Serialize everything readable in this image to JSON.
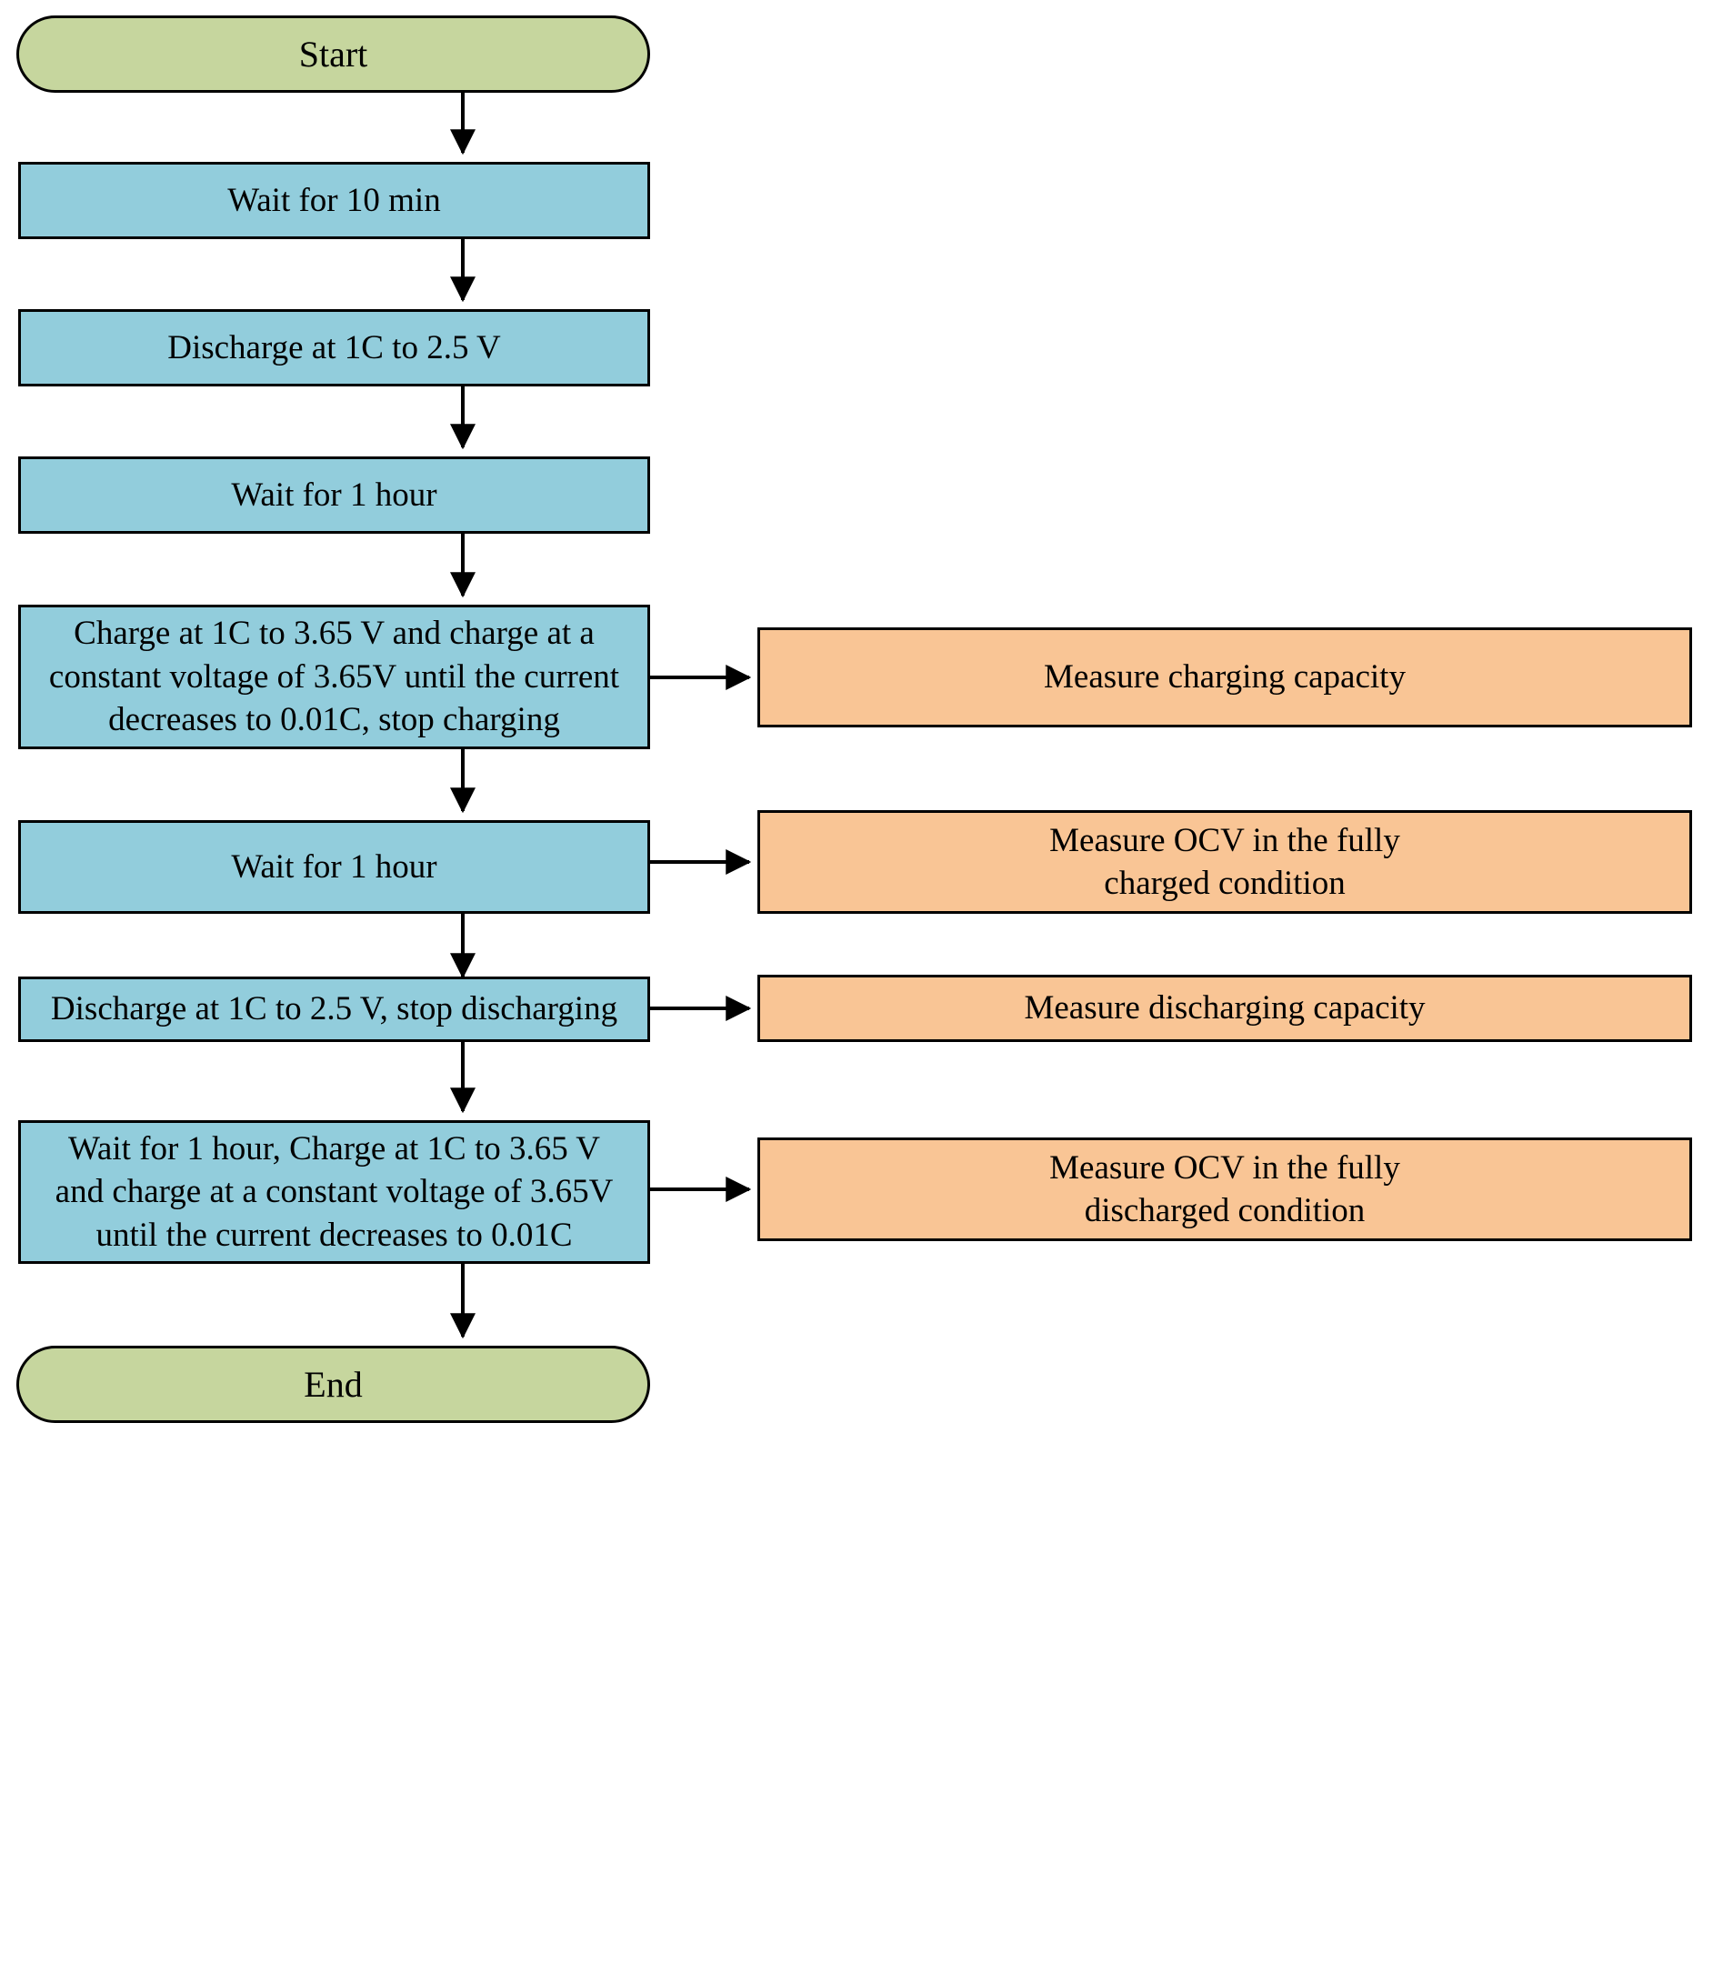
{
  "diagram": {
    "title": "Battery charge-discharge test procedure flowchart",
    "type": "flowchart",
    "orientation": "top-to-bottom",
    "colors": {
      "terminal_fill": "#C6D69E",
      "process_fill": "#92CDDC",
      "measure_fill": "#F9C595",
      "stroke": "#000000",
      "text": "#000000",
      "background": "#FFFFFF"
    },
    "nodes": {
      "start": {
        "label": "Start",
        "shape": "stadium",
        "kind": "terminal"
      },
      "wait10": {
        "label": "Wait for 10 min",
        "shape": "rectangle",
        "kind": "process"
      },
      "discharge1": {
        "label": "Discharge at 1C to 2.5 V",
        "shape": "rectangle",
        "kind": "process"
      },
      "wait1hr_a": {
        "label": "Wait for 1 hour",
        "shape": "rectangle",
        "kind": "process"
      },
      "charge_cccv": {
        "label": "Charge at 1C to 3.65 V and charge at a\nconstant voltage of 3.65V until the current\ndecreases to 0.01C, stop charging",
        "shape": "rectangle",
        "kind": "process"
      },
      "wait1hr_b": {
        "label": "Wait for 1 hour",
        "shape": "rectangle",
        "kind": "process"
      },
      "discharge2": {
        "label": "Discharge at 1C to 2.5 V, stop discharging",
        "shape": "rectangle",
        "kind": "process"
      },
      "recharge_cccv": {
        "label": "Wait for 1 hour, Charge at 1C to 3.65 V\nand charge at a constant voltage of 3.65V\nuntil the current decreases to 0.01C",
        "shape": "rectangle",
        "kind": "process"
      },
      "end": {
        "label": "End",
        "shape": "stadium",
        "kind": "terminal"
      },
      "measure_charge_cap": {
        "label": "Measure charging capacity",
        "shape": "rectangle",
        "kind": "measure"
      },
      "measure_ocv_charged": {
        "label": "Measure OCV in the fully\ncharged condition",
        "shape": "rectangle",
        "kind": "measure"
      },
      "measure_discharge_cap": {
        "label": "Measure discharging capacity",
        "shape": "rectangle",
        "kind": "measure"
      },
      "measure_ocv_discharged": {
        "label": "Measure OCV in the fully\ndischarged condition",
        "shape": "rectangle",
        "kind": "measure"
      }
    },
    "edges": [
      {
        "from": "start",
        "to": "wait10",
        "direction": "down"
      },
      {
        "from": "wait10",
        "to": "discharge1",
        "direction": "down"
      },
      {
        "from": "discharge1",
        "to": "wait1hr_a",
        "direction": "down"
      },
      {
        "from": "wait1hr_a",
        "to": "charge_cccv",
        "direction": "down"
      },
      {
        "from": "charge_cccv",
        "to": "wait1hr_b",
        "direction": "down"
      },
      {
        "from": "wait1hr_b",
        "to": "discharge2",
        "direction": "down"
      },
      {
        "from": "discharge2",
        "to": "recharge_cccv",
        "direction": "down"
      },
      {
        "from": "recharge_cccv",
        "to": "end",
        "direction": "down"
      },
      {
        "from": "charge_cccv",
        "to": "measure_charge_cap",
        "direction": "right"
      },
      {
        "from": "wait1hr_b",
        "to": "measure_ocv_charged",
        "direction": "right"
      },
      {
        "from": "discharge2",
        "to": "measure_discharge_cap",
        "direction": "right"
      },
      {
        "from": "recharge_cccv",
        "to": "measure_ocv_discharged",
        "direction": "right"
      }
    ]
  }
}
